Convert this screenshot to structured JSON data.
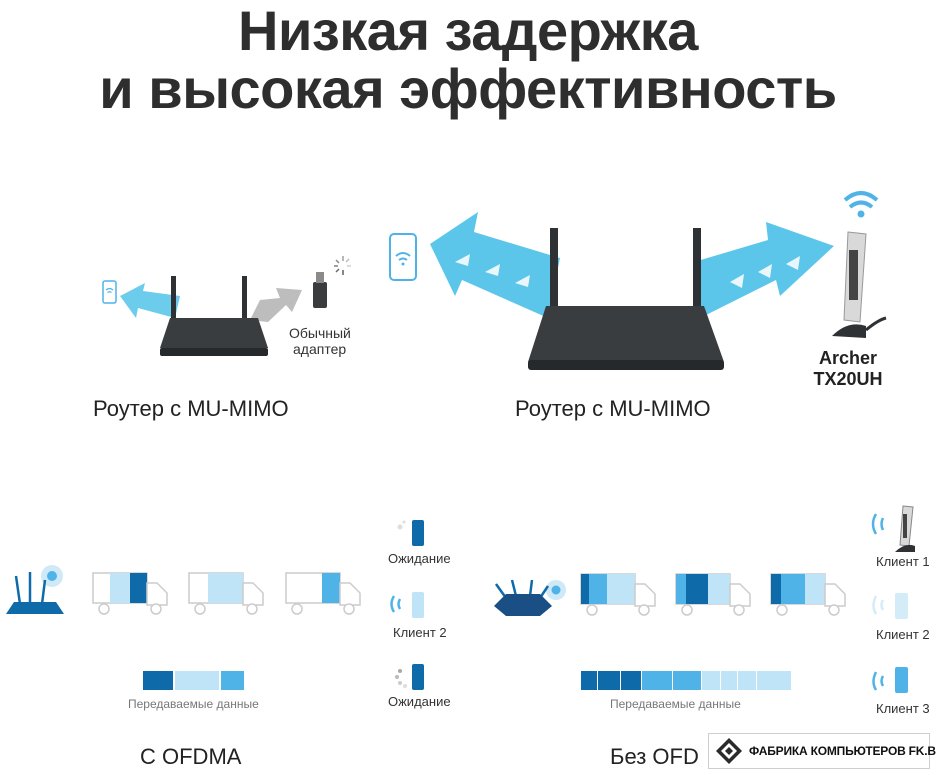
{
  "title": {
    "line1": "Низкая задержка",
    "line2": "и высокая эффективность"
  },
  "mimo_left": {
    "caption": "Роутер с MU-MIMO",
    "adapter_label_line1": "Обычный",
    "adapter_label_line2": "адаптер"
  },
  "mimo_right": {
    "caption": "Роутер с MU-MIMO",
    "adapter_line1": "Archer",
    "adapter_line2": "TX20UH"
  },
  "ofdma": {
    "caption": "С OFDMA",
    "legend": "Передаваемые данные",
    "client_top": "Ожидание",
    "client_mid": "Клиент 2",
    "client_bottom": "Ожидание"
  },
  "no_ofdma": {
    "caption": "Без OFD",
    "legend": "Передаваемые данные",
    "client_1": "Клиент 1",
    "client_2": "Клиент 2",
    "client_3": "Клиент 3"
  },
  "watermark": {
    "text": "ФАБРИКА КОМПЬЮТЕРОВ FK.BY"
  },
  "colors": {
    "dark_blue": "#0e6aa8",
    "mid_blue": "#4fb3e8",
    "light_blue": "#bfe3f7",
    "router_gray": "#3a3d40",
    "arrow_blue": "#5cc6ea"
  }
}
